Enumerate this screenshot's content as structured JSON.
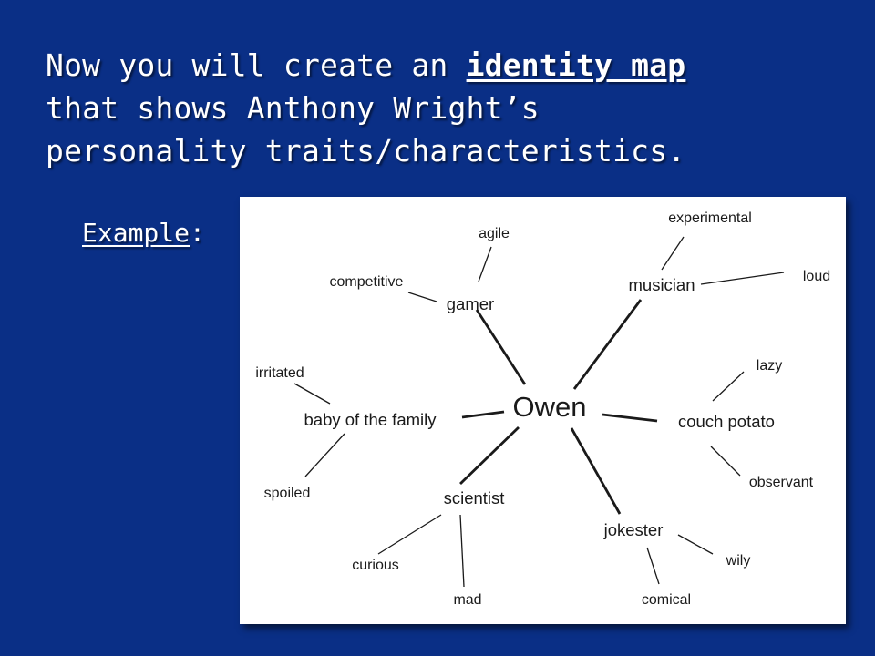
{
  "slide": {
    "title": {
      "line1_before": "Now you will create an ",
      "line1_emphasis": "identity map",
      "line2": "that shows Anthony Wright’s",
      "line3": "personality traits/characteristics."
    },
    "example_label": "Example",
    "example_colon": ":"
  },
  "identity_map": {
    "center": "Owen",
    "branches": [
      {
        "label": "gamer",
        "traits": [
          "agile",
          "competitive"
        ]
      },
      {
        "label": "musician",
        "traits": [
          "experimental",
          "loud"
        ]
      },
      {
        "label": "couch potato",
        "traits": [
          "lazy",
          "observant"
        ]
      },
      {
        "label": "jokester",
        "traits": [
          "wily",
          "comical"
        ]
      },
      {
        "label": "scientist",
        "traits": [
          "curious",
          "mad"
        ]
      },
      {
        "label": "baby of the family",
        "traits": [
          "irritated",
          "spoiled"
        ]
      }
    ]
  },
  "colors": {
    "background": "#0a2f86",
    "text": "#ffffff",
    "map_background": "#ffffff",
    "map_ink": "#1a1a1a"
  }
}
